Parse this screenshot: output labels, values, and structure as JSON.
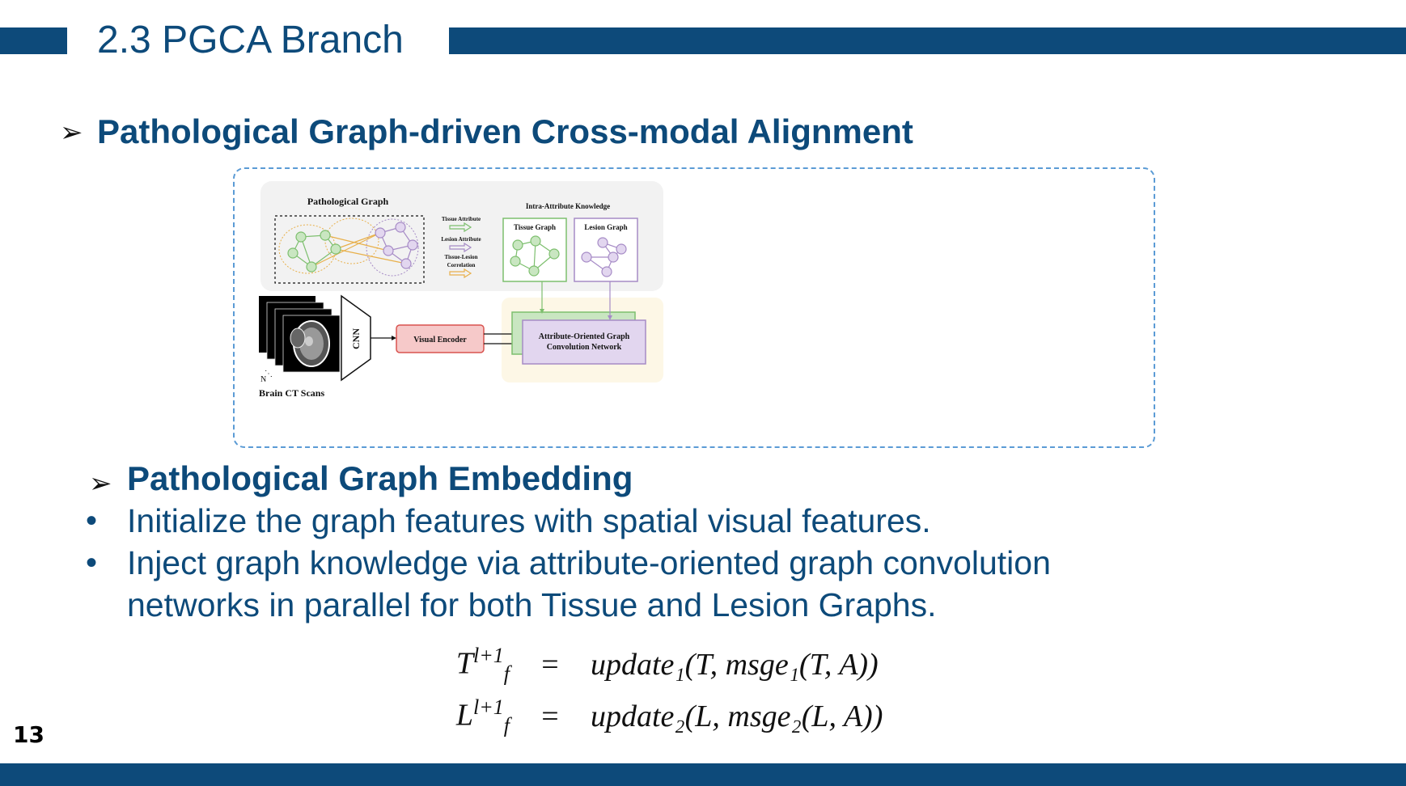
{
  "slide": {
    "title": "2.3 PGCA Branch",
    "main_heading": "Pathological Graph-driven Cross-modal Alignment",
    "sub_heading": "Pathological Graph Embedding",
    "bullets": [
      "Initialize the graph features with spatial visual features.",
      "Inject graph knowledge via attribute-oriented graph convolution",
      "networks in parallel for both Tissue and Lesion Graphs."
    ],
    "bullet_glyph": "➢",
    "dot_glyph": "•",
    "page_number": "13"
  },
  "figure": {
    "pathological_graph": "Pathological Graph",
    "legend_tissue": "Tissue Attribute",
    "legend_lesion": "Lesion Attribute",
    "legend_corr_1": "Tissue-Lesion",
    "legend_corr_2": "Correlation",
    "intra_knowledge": "Intra-Attribute Knowledge",
    "tissue_graph": "Tissue Graph",
    "lesion_graph": "Lesion Graph",
    "cnn": "CNN",
    "visual_encoder": "Visual Encoder",
    "gcn_1": "Attribute-Oriented Graph",
    "gcn_2": "Convolution Network",
    "scans_label": "Brain CT Scans",
    "n_label": "N",
    "colors": {
      "tissue": "#7dbf6e",
      "lesion": "#a68bc6",
      "correlation": "#e8b04b",
      "encoder_fill": "#f6c9c9",
      "encoder_stroke": "#d9534f",
      "gcn_fill": "#e2d6ef"
    }
  },
  "equations": {
    "eq1": {
      "lhs": "T",
      "lhs_sup": "l+1",
      "lhs_sub": "f",
      "sign": "=",
      "rhs": "update₁(T, msge₁(T, A))"
    },
    "eq2": {
      "lhs": "L",
      "lhs_sup": "l+1",
      "lhs_sub": "f",
      "sign": "=",
      "rhs": "update₂(L, msge₂(L, A))"
    }
  }
}
